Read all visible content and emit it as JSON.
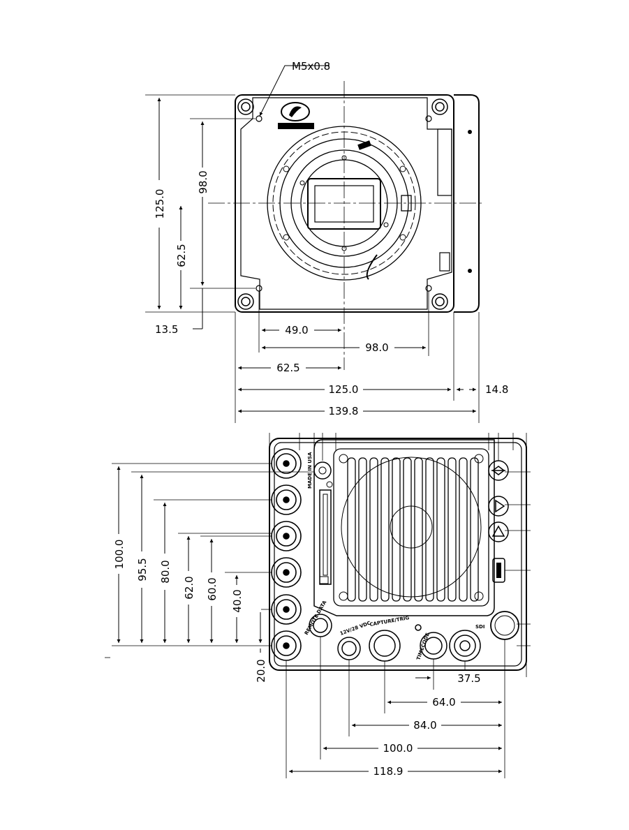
{
  "front_view": {
    "callout": "M5x0.8",
    "dim_height_outer": "125.0",
    "dim_height_holes": "98.0",
    "dim_center_v": "62.5",
    "dim_hole_offset_v": "13.5",
    "dim_hole_to_center": "49.0",
    "dim_holes_h": "98.0",
    "dim_center_h": "62.5",
    "dim_width_body": "125.0",
    "dim_protrusion": "14.8",
    "dim_width_total": "139.8"
  },
  "rear_view": {
    "dim_100": "100.0",
    "dim_95_5": "95.5",
    "dim_80": "80.0",
    "dim_62": "62.0",
    "dim_60": "60.0",
    "dim_40": "40.0",
    "dim_20": "20.0",
    "dim_37_5": "37.5",
    "dim_64": "64.0",
    "dim_84": "84.0",
    "dim_h_100": "100.0",
    "dim_118_9": "118.9",
    "label_remote": "REMOTE DATA",
    "label_vdc": "12V/28 VDC",
    "label_capture": "CAPTURE/TRIG",
    "label_timecode": "TIMECODE",
    "label_sdi": "SDI",
    "label_made": "MADE IN USA"
  }
}
